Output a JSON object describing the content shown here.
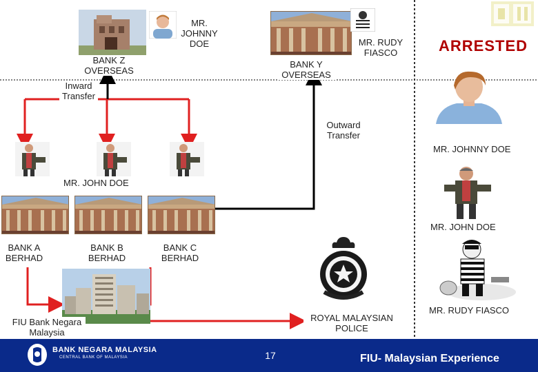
{
  "labels": {
    "mr_johnny_top": "MR. JOHNNY DOE",
    "bank_z": "BANK Z OVERSEAS",
    "mr_rudy_top": "MR. RUDY FIASCO",
    "bank_y": "BANK Y OVERSEAS",
    "arrested": "ARRESTED",
    "inward": "Inward Transfer",
    "outward": "Outward Transfer",
    "mr_johnny_right": "MR. JOHNNY DOE",
    "mr_john_mid": "MR. JOHN DOE",
    "mr_john_right": "MR. JOHN DOE",
    "bank_a": "BANK A BERHAD",
    "bank_b": "BANK B BERHAD",
    "bank_c": "BANK C BERHAD",
    "fiu": "FIU Bank Negara Malaysia",
    "police": "ROYAL MALAYSIAN POLICE",
    "mr_rudy_right": "MR. RUDY FIASCO"
  },
  "footer": {
    "bnm_name": "BANK NEGARA MALAYSIA",
    "bnm_sub": "CENTRAL BANK OF MALAYSIA",
    "page_number": "17",
    "caption": "FIU- Malaysian Experience"
  },
  "colors": {
    "arrow_red": "#e02020",
    "arrow_black": "#000000",
    "footer_blue": "#0a2a8a",
    "arrested_red": "#b00000"
  }
}
